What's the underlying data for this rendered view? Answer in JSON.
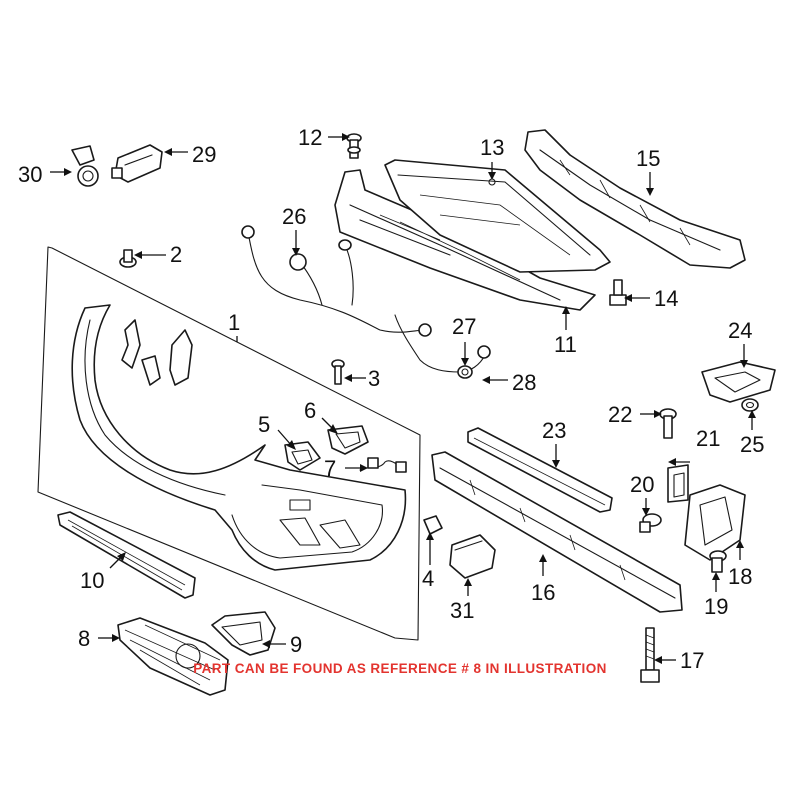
{
  "diagram": {
    "note": "PART CAN BE FOUND AS REFERENCE # 8 IN ILLUSTRATION",
    "note_color": "#e3342f",
    "callouts": [
      {
        "id": "1",
        "label": "1"
      },
      {
        "id": "2",
        "label": "2"
      },
      {
        "id": "3",
        "label": "3"
      },
      {
        "id": "4",
        "label": "4"
      },
      {
        "id": "5",
        "label": "5"
      },
      {
        "id": "6",
        "label": "6"
      },
      {
        "id": "7",
        "label": "7"
      },
      {
        "id": "8",
        "label": "8"
      },
      {
        "id": "9",
        "label": "9"
      },
      {
        "id": "10",
        "label": "10"
      },
      {
        "id": "11",
        "label": "11"
      },
      {
        "id": "12",
        "label": "12"
      },
      {
        "id": "13",
        "label": "13"
      },
      {
        "id": "14",
        "label": "14"
      },
      {
        "id": "15",
        "label": "15"
      },
      {
        "id": "16",
        "label": "16"
      },
      {
        "id": "17",
        "label": "17"
      },
      {
        "id": "18",
        "label": "18"
      },
      {
        "id": "19",
        "label": "19"
      },
      {
        "id": "20",
        "label": "20"
      },
      {
        "id": "21",
        "label": "21"
      },
      {
        "id": "22",
        "label": "22"
      },
      {
        "id": "23",
        "label": "23"
      },
      {
        "id": "24",
        "label": "24"
      },
      {
        "id": "25",
        "label": "25"
      },
      {
        "id": "26",
        "label": "26"
      },
      {
        "id": "27",
        "label": "27"
      },
      {
        "id": "28",
        "label": "28"
      },
      {
        "id": "29",
        "label": "29"
      },
      {
        "id": "30",
        "label": "30"
      },
      {
        "id": "31",
        "label": "31"
      }
    ]
  }
}
